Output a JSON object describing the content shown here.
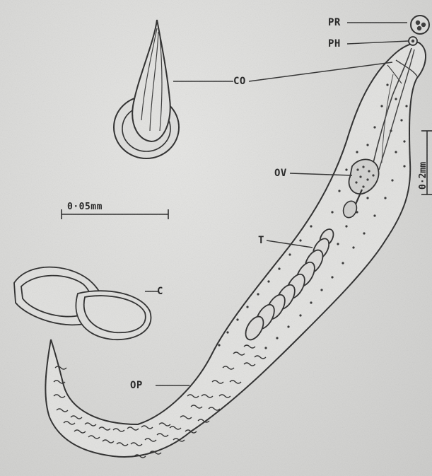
{
  "labels": {
    "pr": "PR",
    "ph": "PH",
    "co": "CO",
    "ov": "OV",
    "t": "T",
    "c": "C",
    "op": "OP"
  },
  "scale_bars": {
    "small": "0·05mm",
    "large": "0·2mm"
  }
}
